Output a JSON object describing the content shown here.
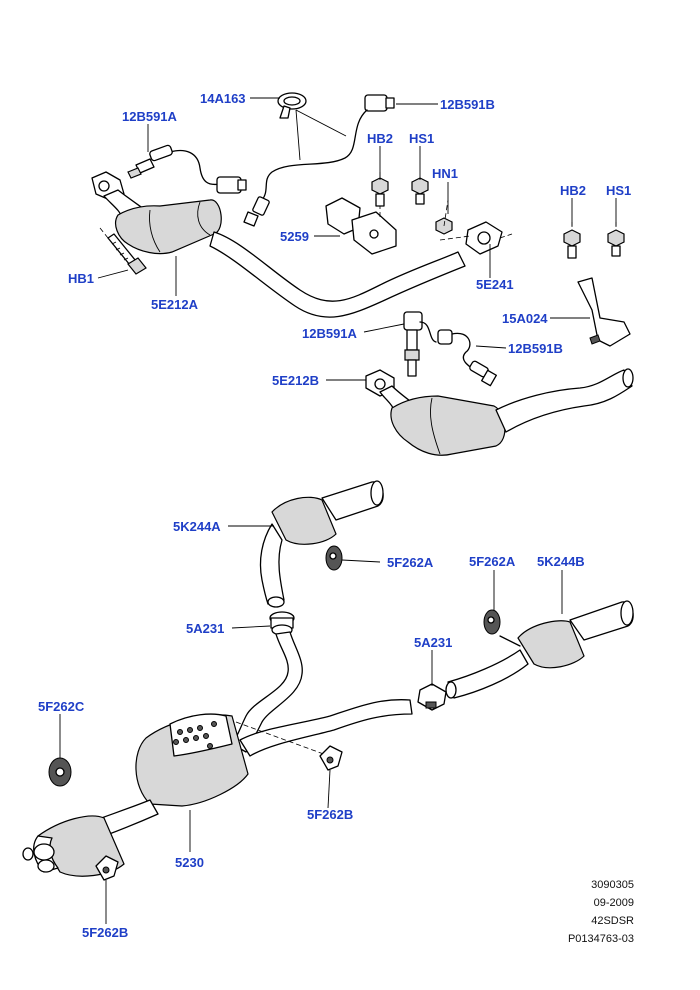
{
  "labels": {
    "l_14A163": "14A163",
    "l_12B591B_top": "12B591B",
    "l_12B591A_top": "12B591A",
    "l_HB2_mid": "HB2",
    "l_HS1_mid": "HS1",
    "l_HN1": "HN1",
    "l_HB2_right": "HB2",
    "l_HS1_right": "HS1",
    "l_5259": "5259",
    "l_HB1": "HB1",
    "l_5E241": "5E241",
    "l_5E212A": "5E212A",
    "l_15A024": "15A024",
    "l_12B591A_mid": "12B591A",
    "l_12B591B_mid": "12B591B",
    "l_5E212B": "5E212B",
    "l_5K244A": "5K244A",
    "l_5F262A_left": "5F262A",
    "l_5F262A_right": "5F262A",
    "l_5K244B": "5K244B",
    "l_5A231_left": "5A231",
    "l_5A231_right": "5A231",
    "l_5F262C": "5F262C",
    "l_5F262B_mid": "5F262B",
    "l_5230": "5230",
    "l_5F262B_bottom": "5F262B"
  },
  "meta": {
    "line1": "3090305",
    "line2": "09-2009",
    "line3": "42SDSR",
    "line4": "P0134763-03"
  }
}
